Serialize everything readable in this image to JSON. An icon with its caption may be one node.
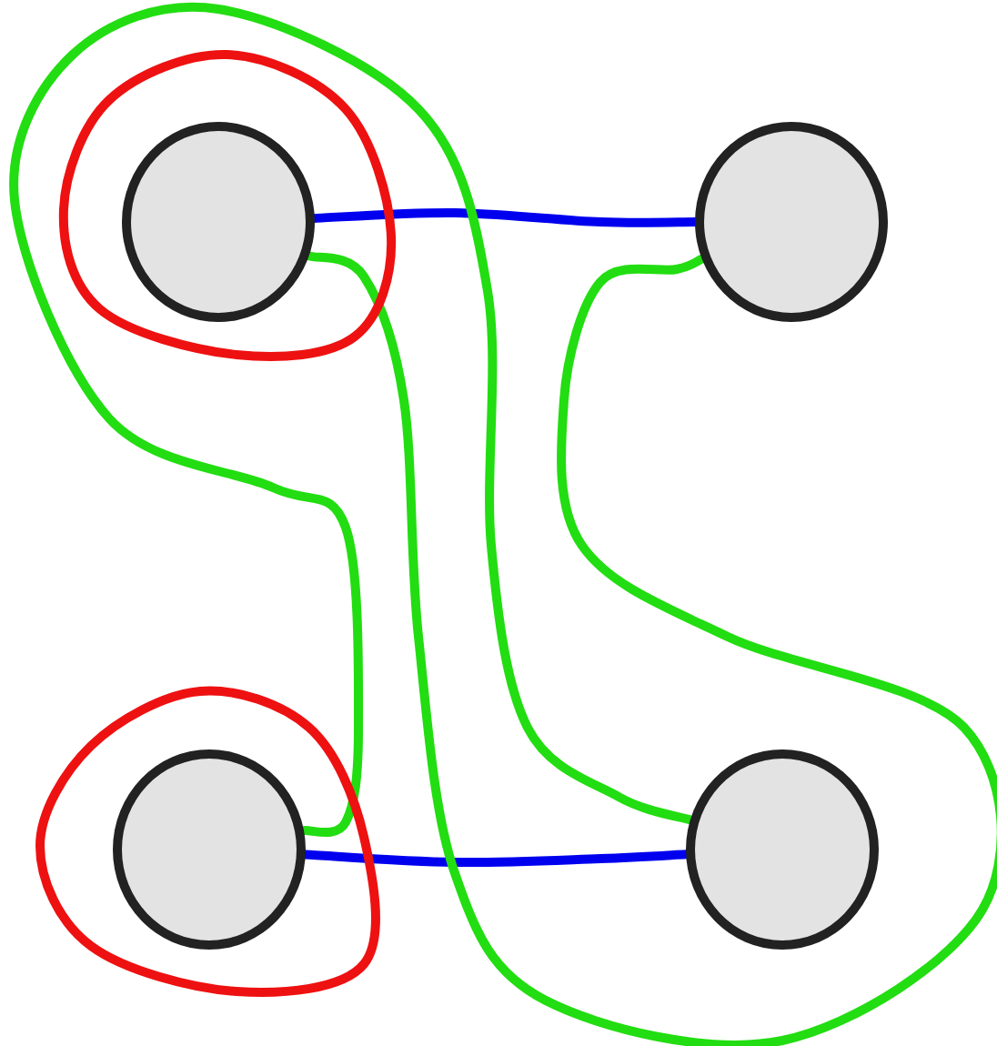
{
  "diagram": {
    "nodes": [
      {
        "text": [],
        "shape": "circle"
      },
      {
        "text": [],
        "shape": "circle"
      },
      {
        "text": [],
        "shape": "circle"
      },
      {
        "text": [],
        "shape": "circle"
      }
    ],
    "edges": [
      {
        "from": 0,
        "to": 1,
        "arrow": "none",
        "color": "#0000ee"
      },
      {
        "from": 2,
        "to": 3,
        "arrow": "none",
        "color": "#0000ee"
      },
      {
        "from": 0,
        "to": 1,
        "arrow": "none",
        "color": "#22dd11"
      },
      {
        "from": 2,
        "to": 3,
        "arrow": "none",
        "color": "#22dd11"
      },
      {
        "from": 0,
        "to": 0,
        "arrow": "none",
        "color": "#ee1111"
      },
      {
        "from": 2,
        "to": 2,
        "arrow": "none",
        "color": "#ee1111"
      }
    ]
  }
}
